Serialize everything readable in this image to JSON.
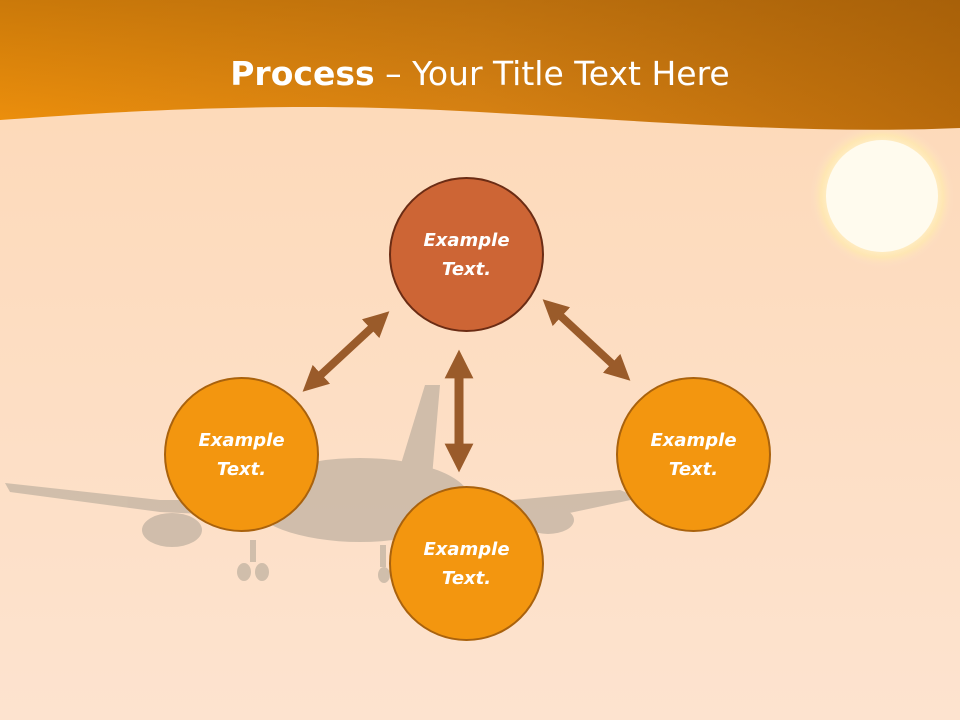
{
  "title": {
    "bold": "Process",
    "separator": " – ",
    "regular": "Your Title Text Here"
  },
  "nodes": {
    "top": {
      "line1": "Example",
      "line2": "Text."
    },
    "left": {
      "line1": "Example",
      "line2": "Text."
    },
    "right": {
      "line1": "Example",
      "line2": "Text."
    },
    "bottom": {
      "line1": "Example",
      "line2": "Text."
    }
  },
  "colors": {
    "background": "#fde0c8",
    "banner": "#e08a12",
    "top_node": "#cd6535",
    "orange_node": "#f3960f",
    "arrow": "#9a5b2a",
    "title_text": "#ffffff"
  }
}
